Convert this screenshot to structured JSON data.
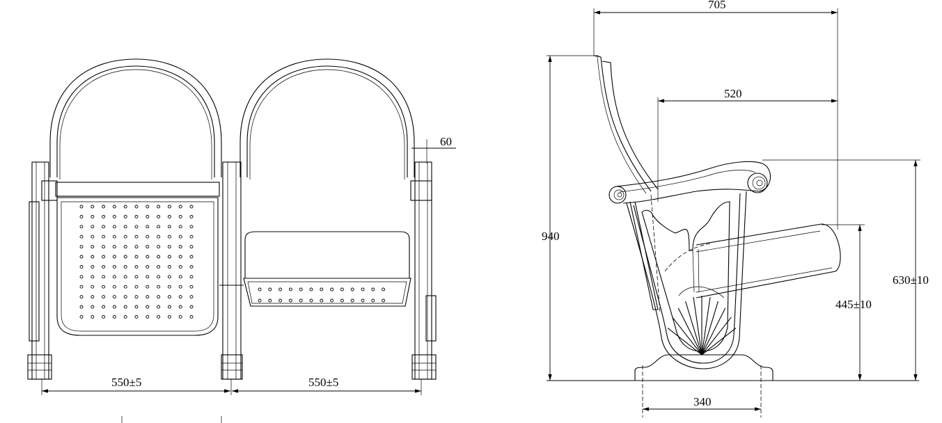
{
  "front_view": {
    "dimensions": {
      "left_seat_width": "550±5",
      "right_seat_width": "550±5",
      "armrest_width": "60"
    }
  },
  "side_view": {
    "dimensions": {
      "overall_depth": "705",
      "seat_depth": "520",
      "overall_height": "940",
      "armrest_height": "630±10",
      "seat_height": "445±10",
      "base_length": "340"
    }
  },
  "colors": {
    "line": "#000000",
    "background": "#ffffff"
  }
}
